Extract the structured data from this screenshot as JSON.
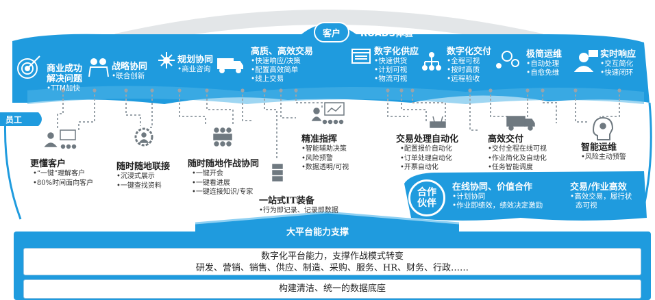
{
  "top": {
    "customer_label": "客户",
    "roads_label": "ROADS体验"
  },
  "customer_items": [
    {
      "title_lines": [
        "商业成功",
        "解决问题"
      ],
      "bullets": [
        "TTM加快"
      ],
      "icon": "target-icon"
    },
    {
      "title_lines": [
        "战略协同"
      ],
      "bullets": [
        "联合创新"
      ],
      "icon": "people-handshake-icon"
    },
    {
      "title_lines": [
        "规划协同"
      ],
      "bullets": [
        "商业咨询"
      ],
      "icon": "network-hub-icon"
    },
    {
      "title_lines": [
        "高质、高效交易"
      ],
      "bullets": [
        "快速响应/决策",
        "配置高效简单",
        "线上交易"
      ],
      "icon": "delivery-truck-icon"
    },
    {
      "title_lines": [
        "数字化供应"
      ],
      "bullets": [
        "快速供货",
        "计划可视",
        "物流可视"
      ],
      "icon": "browser-window-icon"
    },
    {
      "title_lines": [
        "数字化交付"
      ],
      "bullets": [
        "全程可视",
        "按时高质",
        "远程验收"
      ],
      "icon": "org-tree-icon"
    },
    {
      "title_lines": [
        "极简运维"
      ],
      "bullets": [
        "自动处理",
        "自愈免维"
      ],
      "icon": "gears-person-icon"
    },
    {
      "title_lines": [
        "实时响应"
      ],
      "bullets": [
        "交互简化",
        "快速闭环"
      ],
      "icon": "support-agent-icon"
    }
  ],
  "employee": {
    "label": "员工",
    "items": [
      {
        "title": "更懂客户",
        "bullets": [
          "“一键”理解客户",
          "80%时间面向客户"
        ],
        "icon": "presentation-audience-icon"
      },
      {
        "title": "随时随地联接",
        "bullets": [
          "沉浸式展示",
          "一键查找资料"
        ],
        "icon": "gear-person-icon"
      },
      {
        "title": "随时随地作战协同",
        "bullets": [
          "一键开会",
          "一键看进展",
          "一键连接知识/专家"
        ],
        "icon": "meeting-table-icon"
      },
      {
        "title": "一站式IT装备",
        "bullets": [
          "行为即记录、记录即数据"
        ],
        "icon": "server-rack-icon"
      },
      {
        "title": "精准指挥",
        "bullets": [
          "智能辅助决策",
          "风险预警",
          "数据透明/可视"
        ],
        "icon": "command-screen-icon"
      },
      {
        "title": "交易处理自动化",
        "bullets": [
          "配置报价自动化",
          "订单处理自动化",
          "开票自动化"
        ],
        "icon": "router-device-icon"
      },
      {
        "title": "高效交付",
        "bullets": [
          "交付全程在线可视",
          "作业简化及自动化",
          "任务智能调度"
        ],
        "icon": "freight-truck-icon"
      },
      {
        "title": "智能运维",
        "bullets": [
          "风险主动预警"
        ],
        "icon": "ai-head-icon"
      }
    ]
  },
  "partner": {
    "label_lines": [
      "合作",
      "伙伴"
    ],
    "items": [
      {
        "title": "在线协同、价值合作",
        "bullets": [
          "计划协同",
          "作业即绩效，绩效决定激励"
        ]
      },
      {
        "title": "交易/作业高效",
        "bullets": [
          "高效交易，履行状",
          "态可视"
        ]
      }
    ]
  },
  "platform": {
    "label": "大平台能力支撑"
  },
  "foundation": {
    "line1": "数字化平台能力，支撑作战模式转变",
    "line2": "研发、营销、销售、供应、制造、采购、服务、HR、财务、行政……",
    "line3": "构建清洁、统一的数据底座"
  },
  "colors": {
    "brand_blue": "#1f9bde",
    "light_blue": "#d6ebf8",
    "gray_line": "#9aa3aa",
    "frame_blue": "#bfe0f4"
  }
}
